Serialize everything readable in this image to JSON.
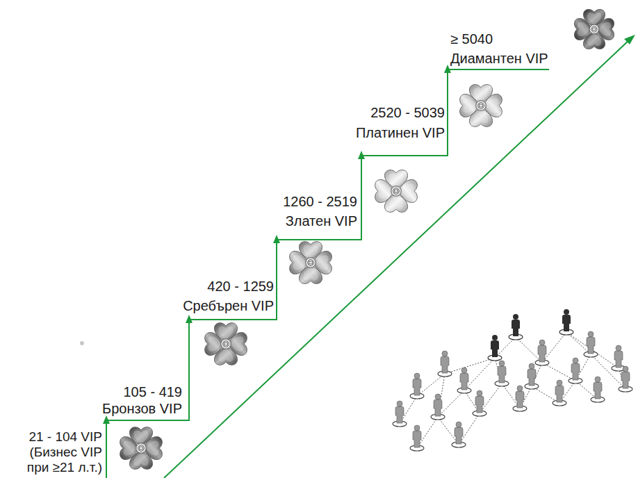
{
  "diagram": {
    "labels": [
      "21 - 104 VIP",
      "(Бизнес VIP при ≥21 л.т.)",
      "105 - 419",
      "Бронзов VIP",
      "420 - 1259",
      "Сребърен VIP",
      "1260 - 2519",
      "Златен VIP",
      "2520 - 5039",
      "Платинен VIP",
      "≥ 5040",
      "Диамантен VIP"
    ]
  }
}
